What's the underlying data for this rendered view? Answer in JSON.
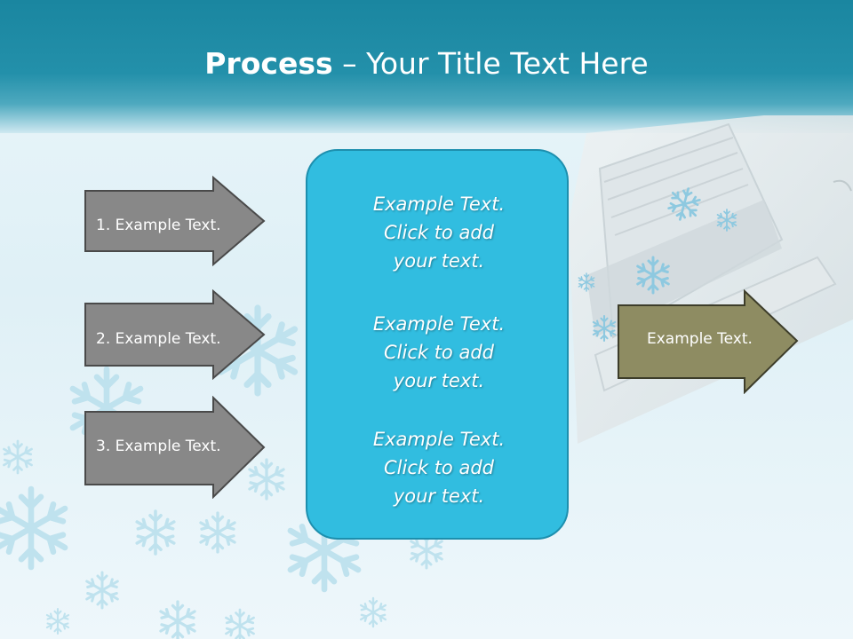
{
  "title": {
    "bold": "Process",
    "dash": " – ",
    "rest": "Your Title Text Here"
  },
  "left_steps": [
    {
      "label": "1. Example Text."
    },
    {
      "label": "2. Example Text."
    },
    {
      "label": "3. Example Text."
    }
  ],
  "center_box": {
    "paragraphs": [
      {
        "line1": "Example Text.",
        "line2": "Click  to add",
        "line3": "your text."
      },
      {
        "line1": "Example Text.",
        "line2": "Click  to add",
        "line3": "your text."
      },
      {
        "line1": "Example Text.",
        "line2": "Click  to add",
        "line3": "your text."
      }
    ]
  },
  "output_arrow": {
    "label": "Example Text."
  },
  "colors": {
    "header": "#2390aa",
    "step_arrow_fill": "#888888",
    "center_box_fill": "#31bde0",
    "output_arrow_fill": "#8e8c62"
  },
  "icons": [
    "snowflake-icon",
    "air-conditioner-image"
  ]
}
